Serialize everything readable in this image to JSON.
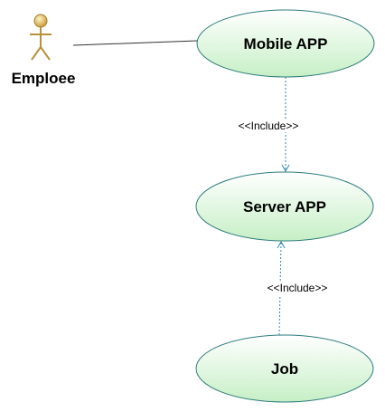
{
  "actor": {
    "name": "Emploee"
  },
  "use_cases": {
    "mobile": {
      "label": "Mobile APP"
    },
    "server": {
      "label": "Server APP"
    },
    "job": {
      "label": "Job"
    }
  },
  "relations": {
    "mobile_to_server": {
      "stereotype": "<<Include>>"
    },
    "job_to_server": {
      "stereotype": "<<Include>>"
    }
  },
  "colors": {
    "usecase_fill_top": "#ffffff",
    "usecase_fill_bottom": "#ccf0cc",
    "usecase_stroke": "#2e7d7d",
    "include_line": "#2a8aa8",
    "association_line": "#333333",
    "actor_head": "#e0c070",
    "actor_body": "#b8923a"
  }
}
